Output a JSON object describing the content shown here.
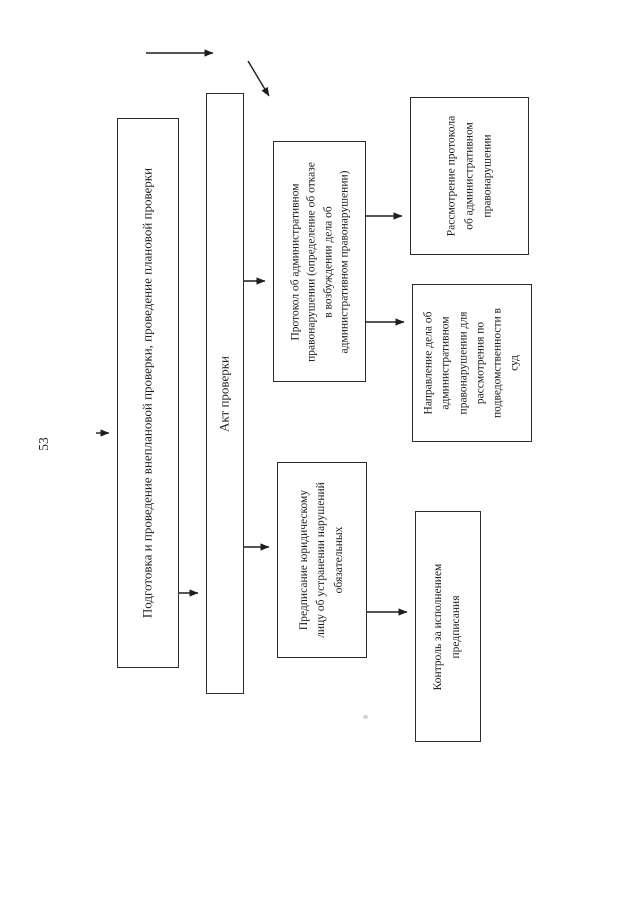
{
  "page": {
    "number": "53",
    "background_color": "#ffffff",
    "ink_color": "#1d1d1d"
  },
  "flowchart": {
    "orientation": "rotated 90 degrees counterclockwise on portrait page",
    "nodes": [
      {
        "id": "preparation",
        "label": [
          "Подготовка и проведение внеплановой проверки, проведение плановой проверки"
        ]
      },
      {
        "id": "inspection-act",
        "label": [
          "Акт проверки"
        ]
      },
      {
        "id": "protocol",
        "label": [
          "Протокол об административном",
          "правонарушении (определение об отказе",
          "в возбуждении дела об",
          "административном правонарушении)"
        ]
      },
      {
        "id": "protocol-review",
        "label": [
          "Рассмотрение протокола",
          "об административном",
          "правонарушении"
        ]
      },
      {
        "id": "case-referral",
        "label": [
          "Направление дела об",
          "административном",
          "правонарушении для",
          "рассмотрения по",
          "подведомственности в",
          "суд"
        ]
      },
      {
        "id": "order",
        "label": [
          "Предписание юридическому",
          "лицу об устранении нарушений",
          "обязательных"
        ]
      },
      {
        "id": "order-control",
        "label": [
          "Контроль за исполнением",
          "предписания"
        ]
      }
    ],
    "edges": [
      {
        "from": "off-page",
        "to": "preparation"
      },
      {
        "from": "preparation",
        "to": "inspection-act"
      },
      {
        "from": "inspection-act",
        "to": "protocol"
      },
      {
        "from": "protocol",
        "to": "protocol-review"
      },
      {
        "from": "protocol",
        "to": "case-referral"
      },
      {
        "from": "inspection-act",
        "to": "order"
      },
      {
        "from": "order",
        "to": "order-control"
      }
    ],
    "loose_arrows": [
      {
        "id": "continuation-horizontal",
        "description": "horizontal arrow pointing right at top of page"
      },
      {
        "id": "continuation-diagonal",
        "description": "diagonal arrow pointing down-right toward protocol box"
      }
    ]
  }
}
